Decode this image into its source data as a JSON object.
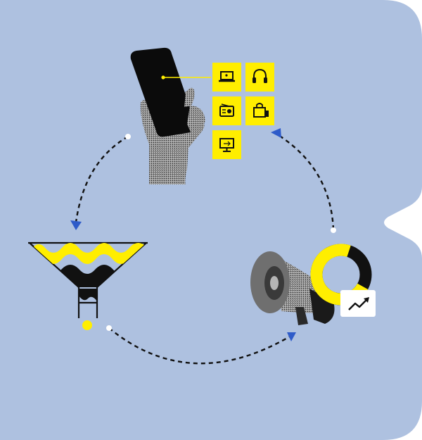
{
  "colors": {
    "background_panel": "#aec1e0",
    "accent_yellow": "#ffee00",
    "ink": "#111111",
    "arrow_blue": "#2e5bc9",
    "white": "#ffffff",
    "megaphone_gray": "#7d7d7d"
  },
  "cycle_stages": [
    {
      "name": "mobile-device",
      "icon": "hand-holding-phone"
    },
    {
      "name": "funnel",
      "icon": "sales-funnel-icon"
    },
    {
      "name": "promotion",
      "icon": "megaphone-with-donut-chart"
    }
  ],
  "app_tiles": [
    {
      "icon": "laptop-icon"
    },
    {
      "icon": "headphones-icon"
    },
    {
      "icon": "radio-icon"
    },
    {
      "icon": "shopping-bag-icon"
    },
    {
      "icon": "monitor-icon"
    }
  ],
  "donut": {
    "filled_fraction": 0.72
  },
  "trend_card": {
    "icon": "trend-up-icon"
  }
}
